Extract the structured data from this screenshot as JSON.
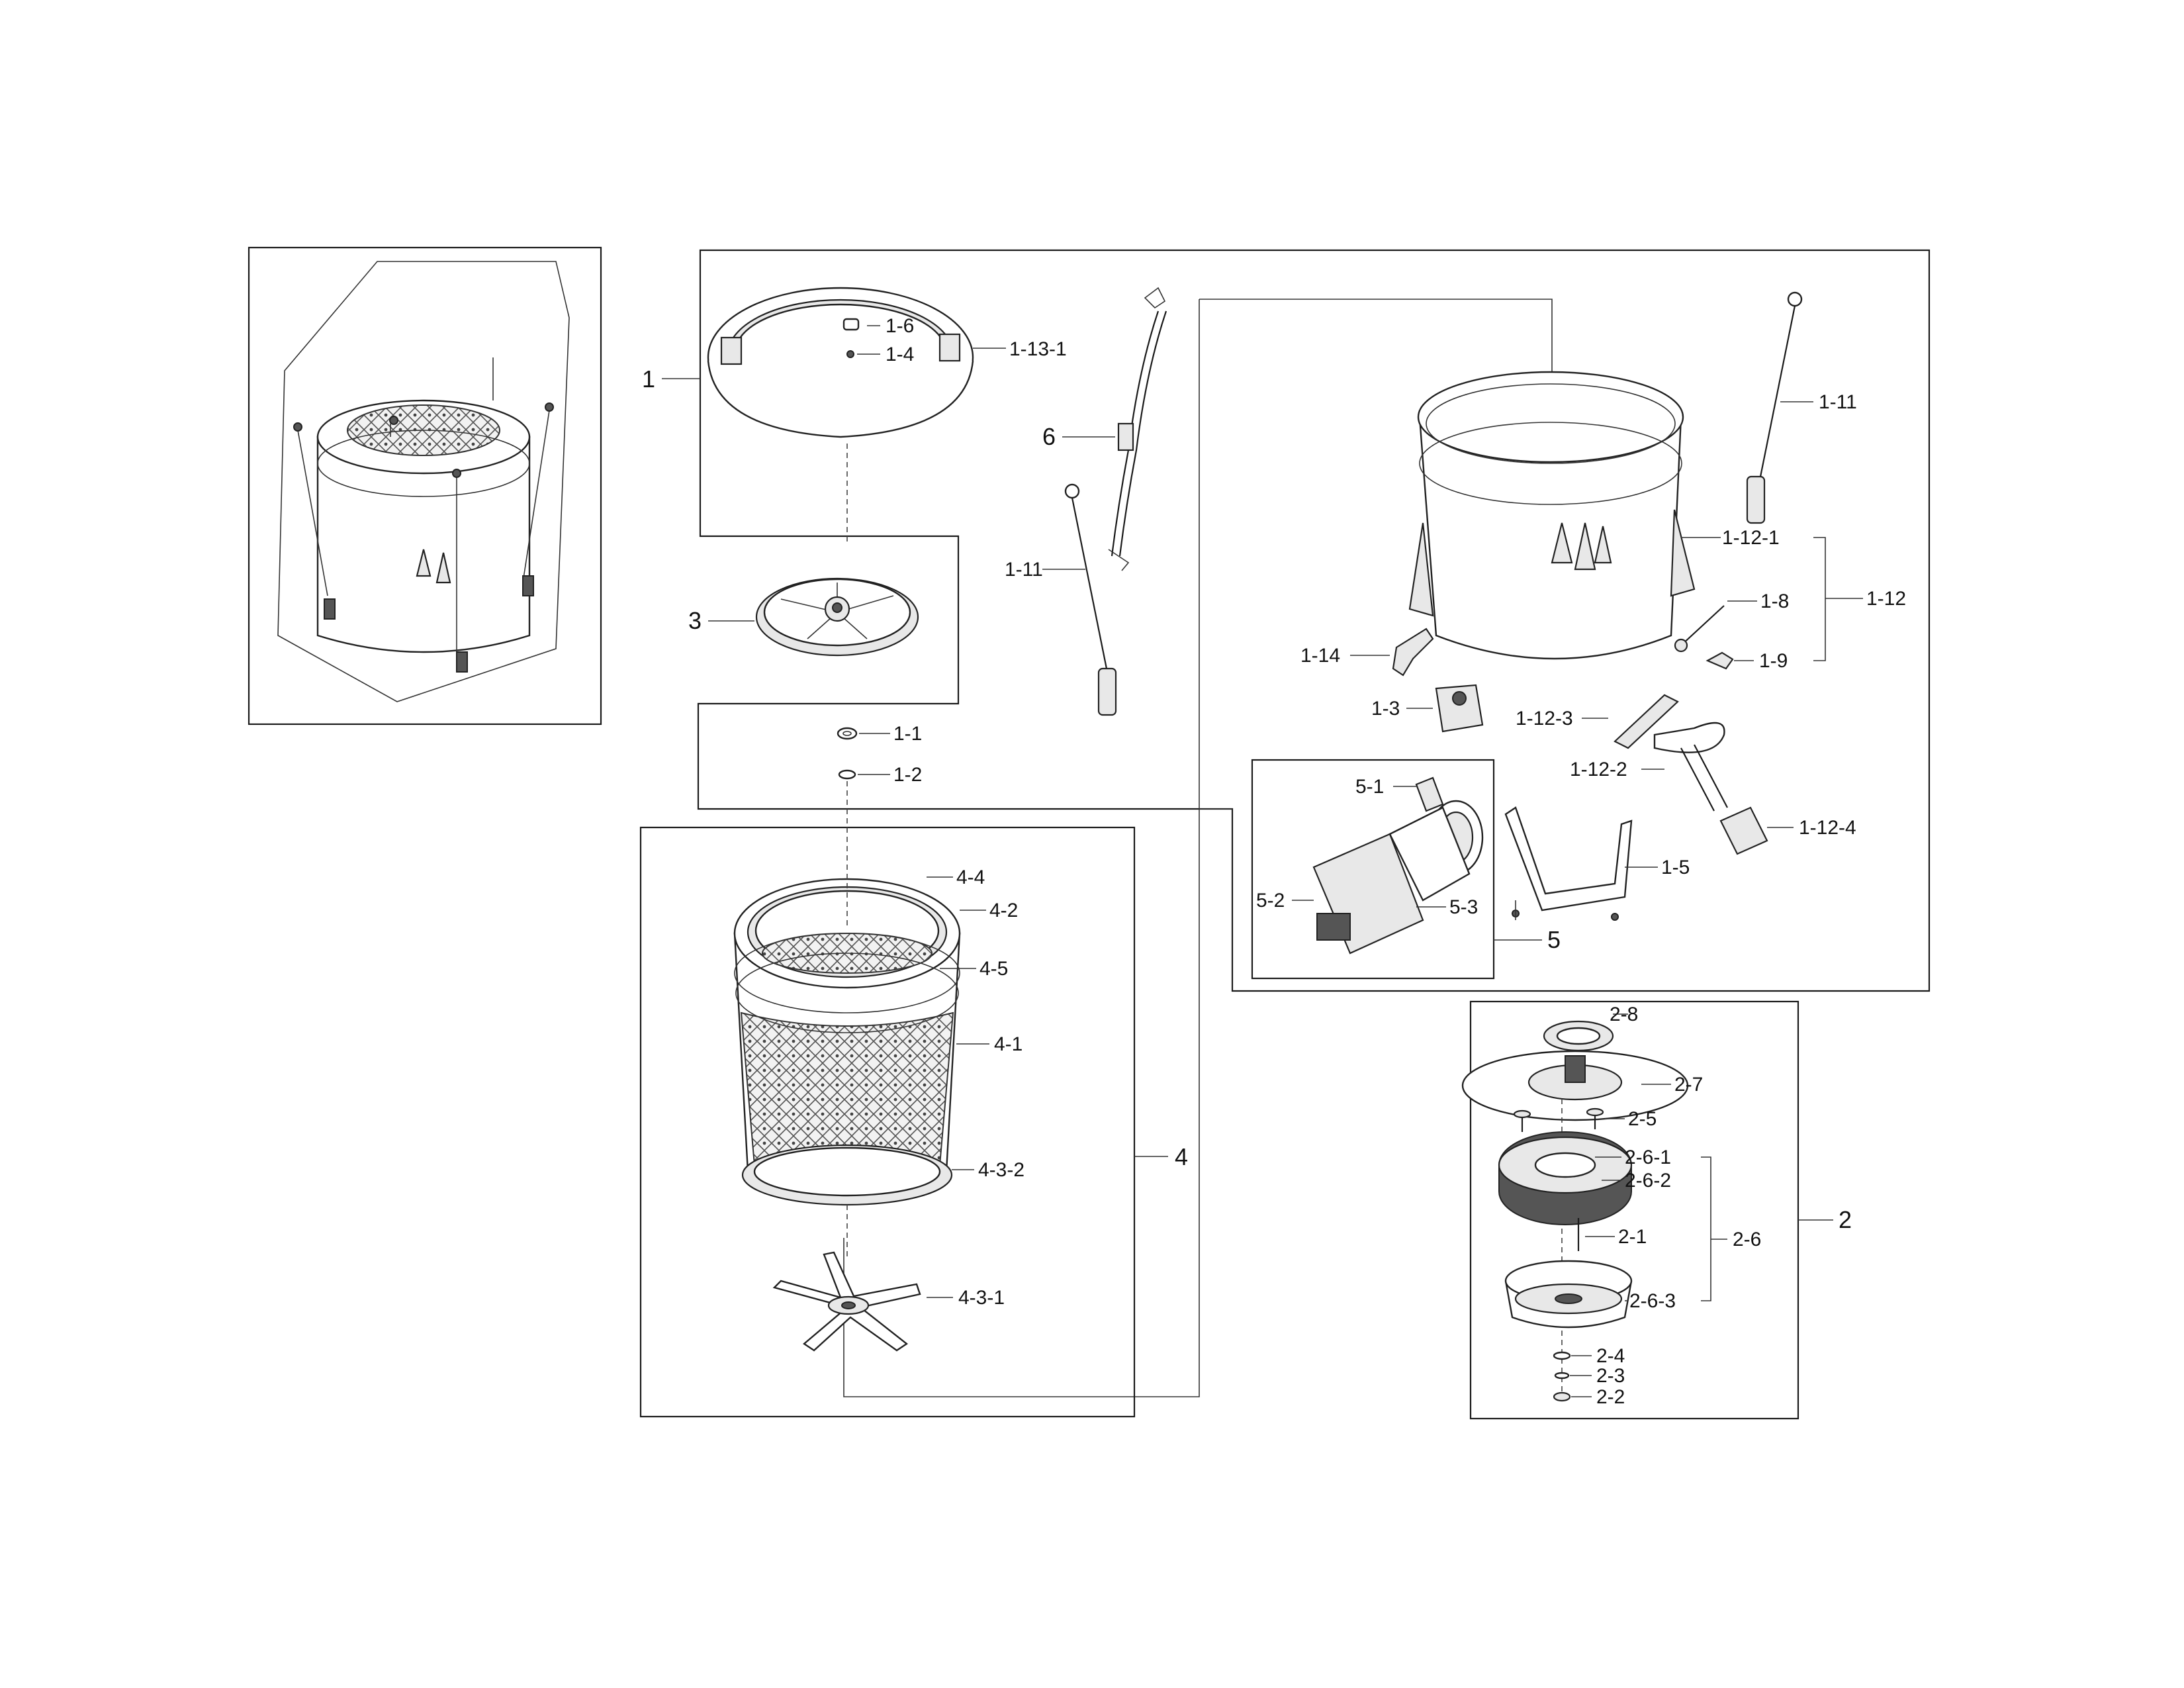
{
  "diagram": {
    "labels": {
      "1": "1",
      "1_1": "1-1",
      "1_2": "1-2",
      "1_3": "1-3",
      "1_4": "1-4",
      "1_5": "1-5",
      "1_6": "1-6",
      "1_8": "1-8",
      "1_9": "1-9",
      "1_11a": "1-11",
      "1_11b": "1-11",
      "1_12": "1-12",
      "1_12_1": "1-12-1",
      "1_12_2": "1-12-2",
      "1_12_3": "1-12-3",
      "1_12_4": "1-12-4",
      "1_13_1": "1-13-1",
      "1_14": "1-14",
      "2": "2",
      "2_1": "2-1",
      "2_2": "2-2",
      "2_3": "2-3",
      "2_4": "2-4",
      "2_5": "2-5",
      "2_6": "2-6",
      "2_6_1": "2-6-1",
      "2_6_2": "2-6-2",
      "2_6_3": "2-6-3",
      "2_7": "2-7",
      "2_8": "2-8",
      "3": "3",
      "4": "4",
      "4_1": "4-1",
      "4_2": "4-2",
      "4_3_1": "4-3-1",
      "4_3_2": "4-3-2",
      "4_4": "4-4",
      "4_5": "4-5",
      "5": "5",
      "5_1": "5-1",
      "5_2": "5-2",
      "5_3": "5-3",
      "6": "6"
    }
  }
}
